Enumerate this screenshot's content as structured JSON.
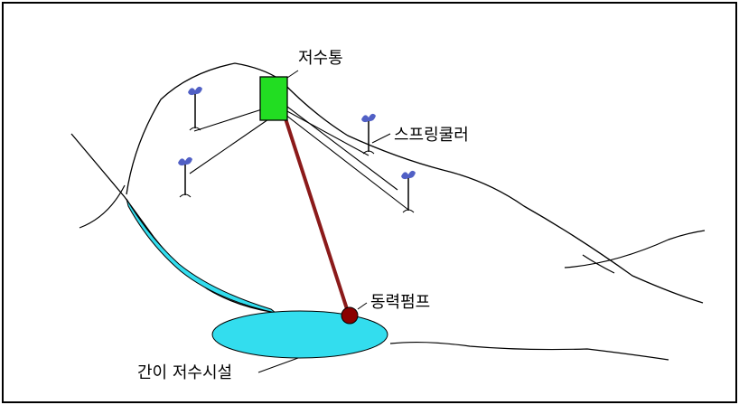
{
  "labels": {
    "tank": "저수통",
    "sprinkler": "스프링쿨러",
    "pump": "동력펌프",
    "reservoir": "간이 저수시설"
  },
  "colors": {
    "border": "#000000",
    "outline": "#000000",
    "tank_fill": "#22dd22",
    "pipe": "#8b1a1a",
    "pump": "#8b0000",
    "water": "#33ddee",
    "sprinkler_head": "#3344bb"
  },
  "icons": {
    "sprinkler": "sprinkler-icon",
    "pump": "pump-icon",
    "tank": "water-tank-icon"
  }
}
